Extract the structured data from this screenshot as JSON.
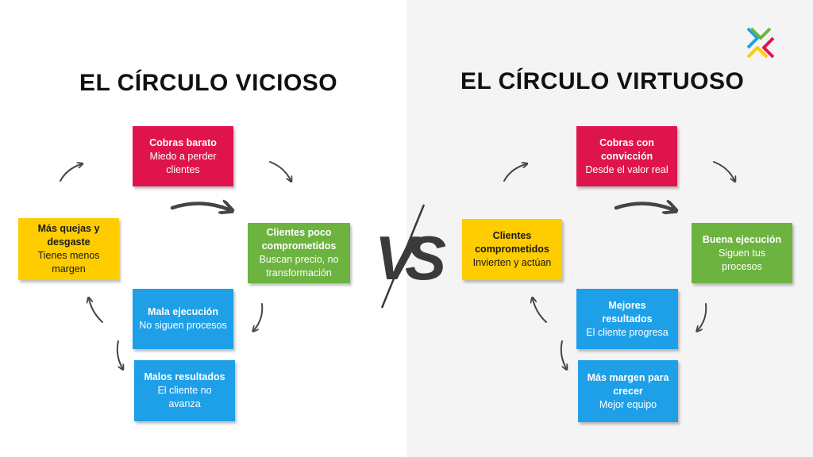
{
  "left": {
    "title": "EL CÍRCULO VICIOSO",
    "cards": [
      {
        "head": "Cobras barato",
        "body": "Miedo a perder clientes",
        "color": "#e0144c"
      },
      {
        "head": "Clientes poco comprometidos",
        "body": "Buscan precio, no transformación",
        "color": "#6cb33f"
      },
      {
        "head": "Mala ejecución",
        "body": "No siguen procesos",
        "color": "#1ea0e8"
      },
      {
        "head": "Malos resultados",
        "body": "El cliente no avanza",
        "color": "#1ea0e8"
      },
      {
        "head": "Más quejas y desgaste",
        "body": "Tienes menos margen",
        "color": "#ffcc00"
      }
    ]
  },
  "right": {
    "title": "EL CÍRCULO VIRTUOSO",
    "cards": [
      {
        "head": "Cobras con convicción",
        "body": "Desde el valor real",
        "color": "#e0144c"
      },
      {
        "head": "Buena ejecución",
        "body": "Siguen tus procesos",
        "color": "#6cb33f"
      },
      {
        "head": "Mejores resultados",
        "body": "El cliente progresa",
        "color": "#1ea0e8"
      },
      {
        "head": "Más margen para crecer",
        "body": "Mejor equipo",
        "color": "#1ea0e8"
      },
      {
        "head": "Clientes comprometidos",
        "body": "Invierten y actúan",
        "color": "#ffcc00"
      }
    ]
  },
  "vs_text": "VS",
  "logo_colors": [
    "#1ea0e8",
    "#e0144c",
    "#6cb33f",
    "#ffcc00"
  ]
}
